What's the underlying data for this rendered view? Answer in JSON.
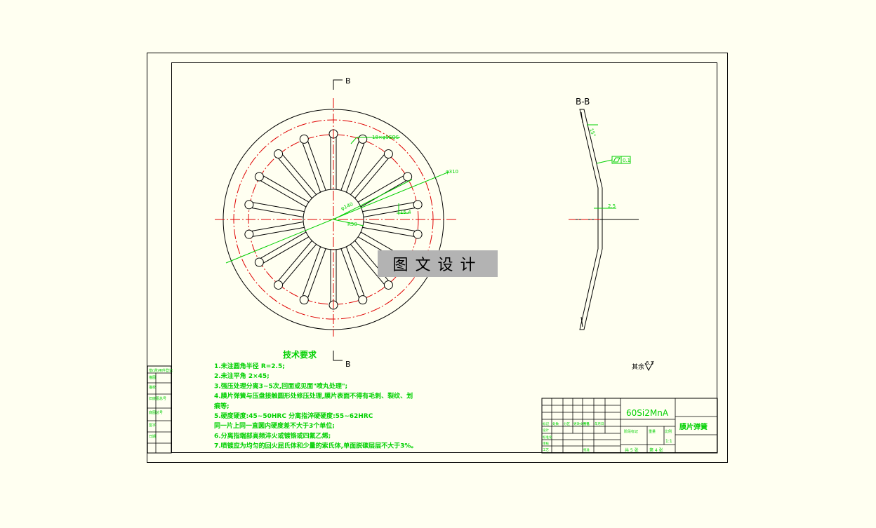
{
  "section_label": "B-B",
  "cut_marks": {
    "top": "B",
    "bottom": "B"
  },
  "dimensions": {
    "holes": "18×φ9EQS",
    "d_outer": "φ310",
    "d_inner": "φ140",
    "r_inner": "R50",
    "slot_width": "15.4",
    "angle": "15°",
    "flatness": "0.1",
    "thickness": "2.5"
  },
  "roughness_note": {
    "prefix": "其余",
    "value": "6.3"
  },
  "tech_requirements": {
    "title": "技术要求",
    "lines": [
      "1.未注圆角半径 R=2.5;",
      "2.未注平角 2×45;",
      "3.强压处理分离3~5次,回面或见面\"喷丸处理\";",
      "4.膜片弹簧与压盘接触圆形处修压处理,膜片表面不得有毛刺、裂纹、划",
      "痕等;",
      "5.硬度硬度:45~50HRC    分离指淬硬硬度:55~62HRC",
      "同一片上同一直圆内硬度差不大于3个单位;",
      "6.分离指端部高频淬火或镀铬或四氟乙烯;",
      "7.喷镀应为均匀的回火屈氏体和少量的索氏体,单面脱碳层层不大于3%。"
    ]
  },
  "title_block": {
    "material": "60Si2MnA",
    "part_name": "膜片弹簧",
    "scale": "1:1",
    "sheets_total": "共 5 张",
    "sheet_no": "第 4 张",
    "stage_label": "阶段标记",
    "weight_label": "重量",
    "scale_label": "比例",
    "header_cells": [
      "标记",
      "处数",
      "分区",
      "更改文件号",
      "签名",
      "年月日"
    ],
    "row_labels": [
      "设计",
      "标准化",
      "审核",
      "工艺",
      "批准"
    ]
  },
  "side_stamp_rows": [
    "借(通)用件登记",
    "描图",
    "描校",
    "旧底图总号",
    "底图总号",
    "签字",
    "日期"
  ],
  "watermark": "图文设计"
}
